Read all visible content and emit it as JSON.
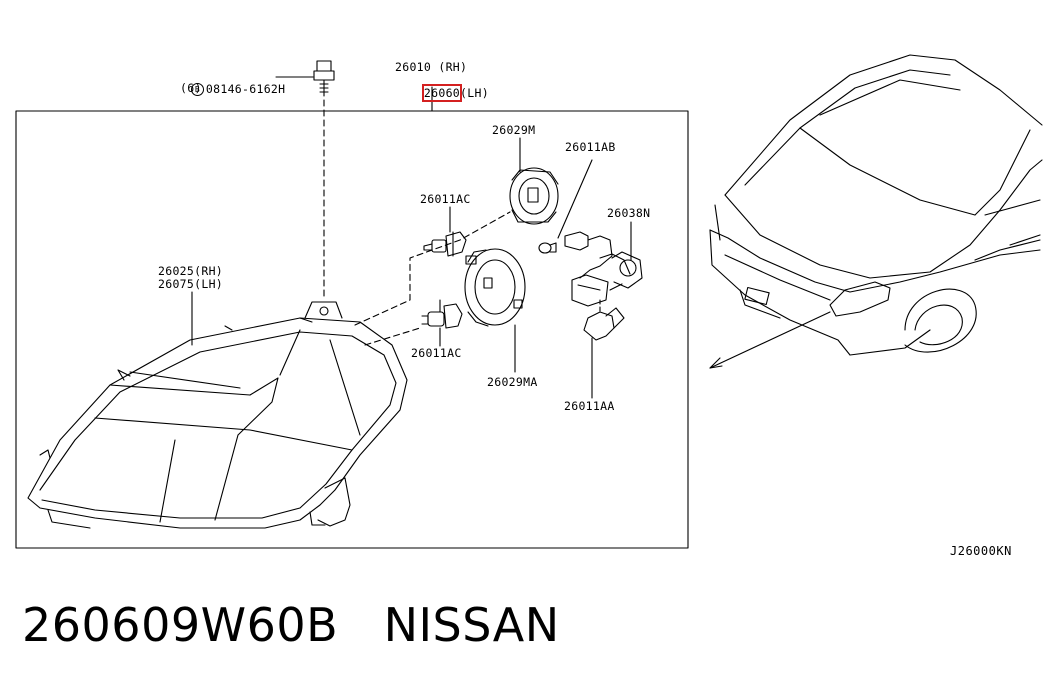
{
  "diagram": {
    "labels": {
      "bolt_part": "08146-6162H",
      "bolt_symbol": "B",
      "bolt_qty": "(6)",
      "assembly_rh": "26010 (RH)",
      "assembly_lh_num": "26060",
      "assembly_lh_suffix": "(LH)",
      "housing_rh": "26025(RH)",
      "housing_lh": "26075(LH)",
      "cap_m": "26029M",
      "cap_ma": "26029MA",
      "bulb_ac_top": "26011AC",
      "bulb_ac_bottom": "26011AC",
      "bulb_ab": "26011AB",
      "bulb_aa": "26011AA",
      "socket_n": "26038N"
    },
    "ref_code": "J26000KN",
    "highlight_color": "#d42020"
  },
  "caption": {
    "part_number": "260609W60B",
    "brand": "NISSAN"
  }
}
